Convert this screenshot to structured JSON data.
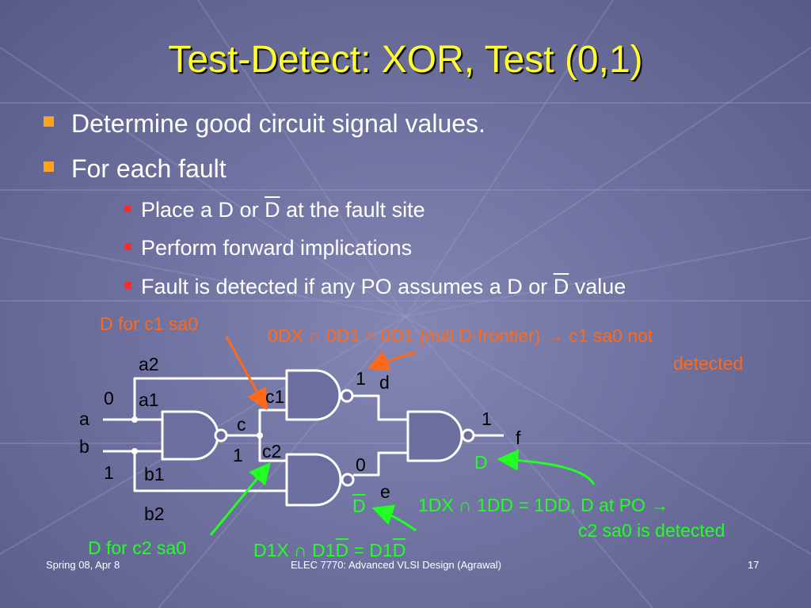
{
  "title": "Test-Detect: XOR, Test (0,1)",
  "bullets": {
    "b1": "Determine good circuit signal values.",
    "b2": "For each fault",
    "s1_pre": "Place a D or ",
    "s1_bar": "D",
    "s1_post": " at the fault site",
    "s2": "Perform forward implications",
    "s3_pre": "Fault is detected if any PO assumes a D or ",
    "s3_bar": "D",
    "s3_post": " value"
  },
  "annotations": {
    "d_c1": "D for c1 sa0",
    "null_frontier_1": "0DX ∩ 0D1 = 0D1 (null D-frontier) → c1 sa0 not",
    "null_frontier_2": "detected",
    "po_eq_a": "1D",
    "po_eq_b": "X ∩ 1D",
    "po_eq_c": "D = 1D",
    "po_eq_d": "D, D at PO →",
    "po_eq_line2": "c2 sa0 is detected",
    "d_c2": "D for c2 sa0",
    "e_eq_a": "D1X ∩ D1",
    "e_eq_b": "D",
    "e_eq_c": " = D1",
    "e_eq_d": "D",
    "f_val": "D",
    "e_val": "D"
  },
  "labels": {
    "a2": "a2",
    "a1": "a1",
    "a": "a",
    "b": "b",
    "b1": "b1",
    "b2": "b2",
    "c": "c",
    "c1": "c1",
    "c2": "c2",
    "d": "d",
    "e": "e",
    "f": "f",
    "val_a": "0",
    "val_b": "1",
    "val_c": "1",
    "val_d": "1",
    "val_e": "0",
    "val_f": "1"
  },
  "footer": {
    "left": "Spring 08, Apr 8",
    "center": "ELEC 7770: Advanced VLSI Design (Agrawal)",
    "right": "17"
  },
  "colors": {
    "title": "#ffff2e",
    "orange_annotation": "#ff6a1a",
    "green_annotation": "#22ff22",
    "bullet_l1": "#ffa31a",
    "bullet_l2": "#ff2b2b"
  }
}
